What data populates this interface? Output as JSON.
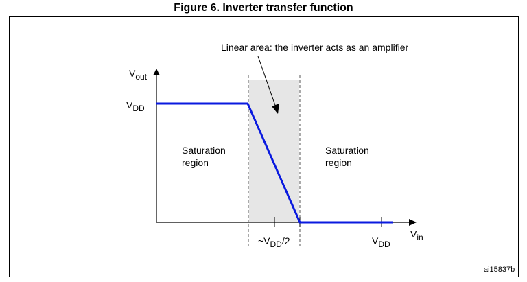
{
  "figure": {
    "title": "Figure 6. Inverter transfer function",
    "id_label": "ai15837b"
  },
  "annotation": {
    "linear_area": "Linear area: the inverter acts as an amplifier"
  },
  "axes": {
    "y_label_main": "V",
    "y_label_sub": "out",
    "x_label_main": "V",
    "x_label_sub": "in",
    "y_tick_main": "V",
    "y_tick_sub": "DD",
    "x_tick_half_prefix": "~V",
    "x_tick_half_sub": "DD",
    "x_tick_half_suffix": "/2",
    "x_tick_main": "V",
    "x_tick_sub": "DD"
  },
  "regions": {
    "left_line1": "Saturation",
    "left_line2": "region",
    "right_line1": "Saturation",
    "right_line2": "region"
  },
  "colors": {
    "curve": "#0a1adf",
    "linear_area_fill": "#e6e6e6",
    "axis": "#000000"
  }
}
